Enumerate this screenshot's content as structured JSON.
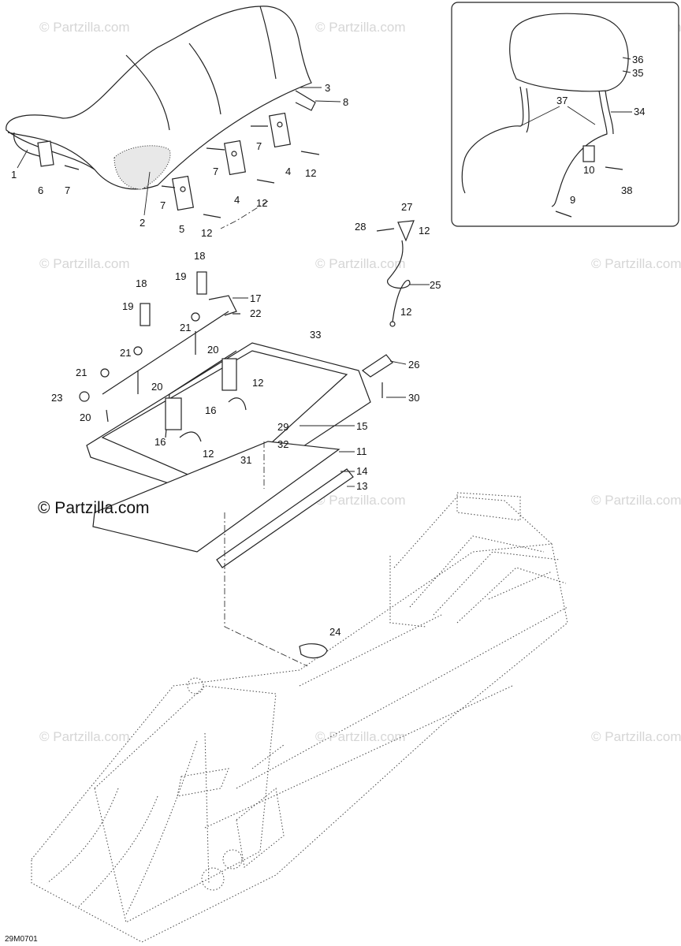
{
  "watermark": "© Partzilla.com",
  "diagram_code": "29M0701",
  "callouts": [
    "1",
    "2",
    "3",
    "4",
    "5",
    "6",
    "7",
    "8",
    "9",
    "10",
    "11",
    "12",
    "13",
    "14",
    "15",
    "16",
    "17",
    "18",
    "19",
    "20",
    "21",
    "22",
    "23",
    "24",
    "25",
    "26",
    "27",
    "28",
    "29",
    "30",
    "31",
    "32",
    "33",
    "34",
    "35",
    "36",
    "37",
    "38"
  ]
}
